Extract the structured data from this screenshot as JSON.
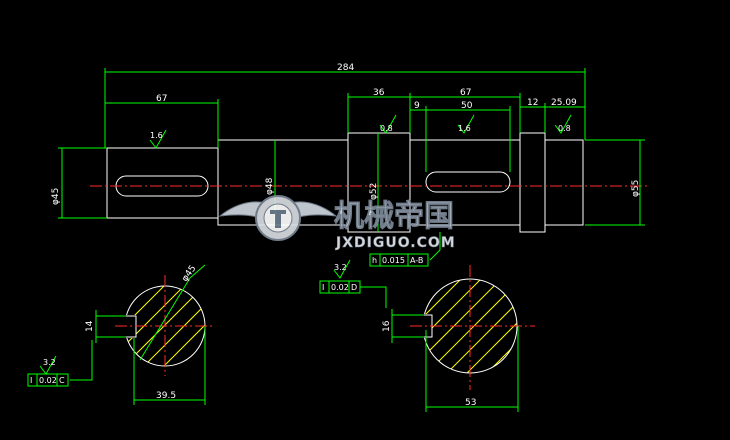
{
  "dims": {
    "overall": "284",
    "left_step": "67",
    "step_36": "36",
    "step_67": "67",
    "step_9": "9",
    "step_50": "50",
    "step_12": "12",
    "step_25": "25.09",
    "dia_left": "φ45",
    "dia_mid": "φ48",
    "dia_52": "φ52",
    "dia_right": "φ55",
    "dia_55": "φ55",
    "section1_dia": "φ45",
    "section1_key": "14",
    "section1_width": "39.5",
    "section2_key": "16",
    "section2_width": "53"
  },
  "roughness": {
    "r1": "1.6",
    "r2": "0.8",
    "r3": "1.6",
    "r4": "0.8",
    "r5": "3.2",
    "r6": "3.2"
  },
  "tolerances": {
    "runout_top": {
      "sym": "h",
      "val": "0.015",
      "ref": "A-B"
    },
    "runout_mid": {
      "sym": "I",
      "val": "0.02",
      "ref": "D"
    },
    "runout_left": {
      "sym": "I",
      "val": "0.02",
      "ref": "C"
    }
  },
  "watermark": {
    "cn": "机械帝国",
    "en": "JXDIGUO.COM"
  },
  "colors": {
    "background": "#000000",
    "dimension": "#00ff00",
    "outline": "#ffffff",
    "centerline": "#ff2a2a",
    "hatch": "#ffff00"
  }
}
